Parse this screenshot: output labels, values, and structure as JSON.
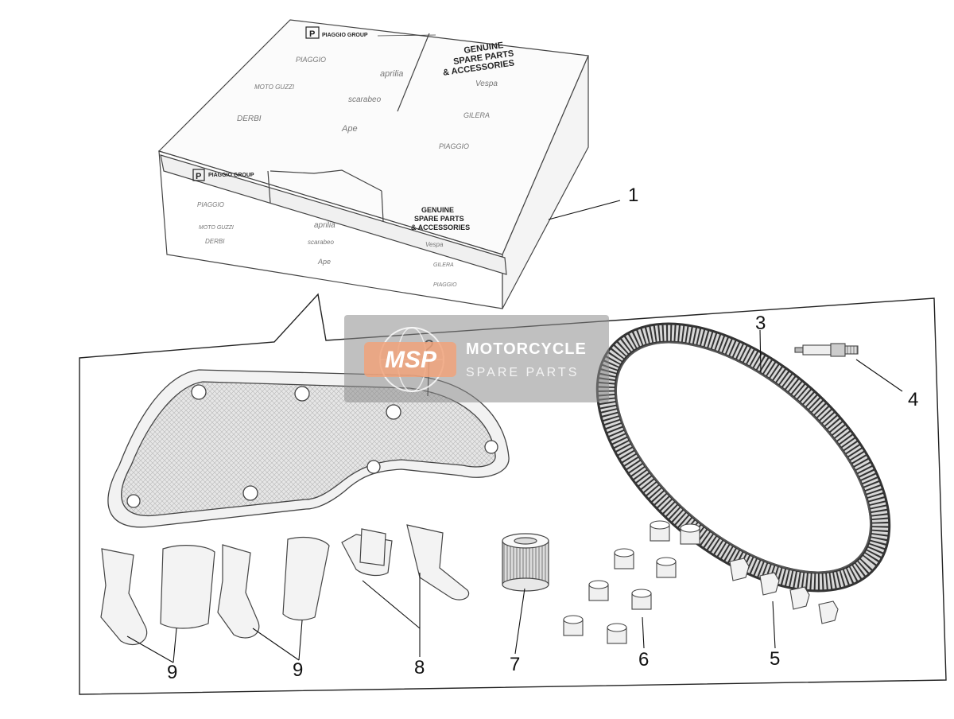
{
  "box": {
    "group_brand": "PIAGGIO GROUP",
    "top_heading": [
      "GENUINE",
      "SPARE PARTS",
      "& ACCESSORIES"
    ],
    "brands": [
      "PIAGGIO",
      "aprilia",
      "Vespa",
      "MOTO GUZZI",
      "scarabeo",
      "GILERA",
      "DERBI",
      "Ape"
    ]
  },
  "callouts": [
    "1",
    "2",
    "3",
    "4",
    "5",
    "6",
    "7",
    "8",
    "9",
    "9"
  ],
  "watermark": {
    "logo": "MSP",
    "title": "MOTORCYCLE",
    "subtitle": "SPARE PARTS",
    "color_badge": "#f0a27a",
    "color_panel": "#8c8c8c"
  }
}
